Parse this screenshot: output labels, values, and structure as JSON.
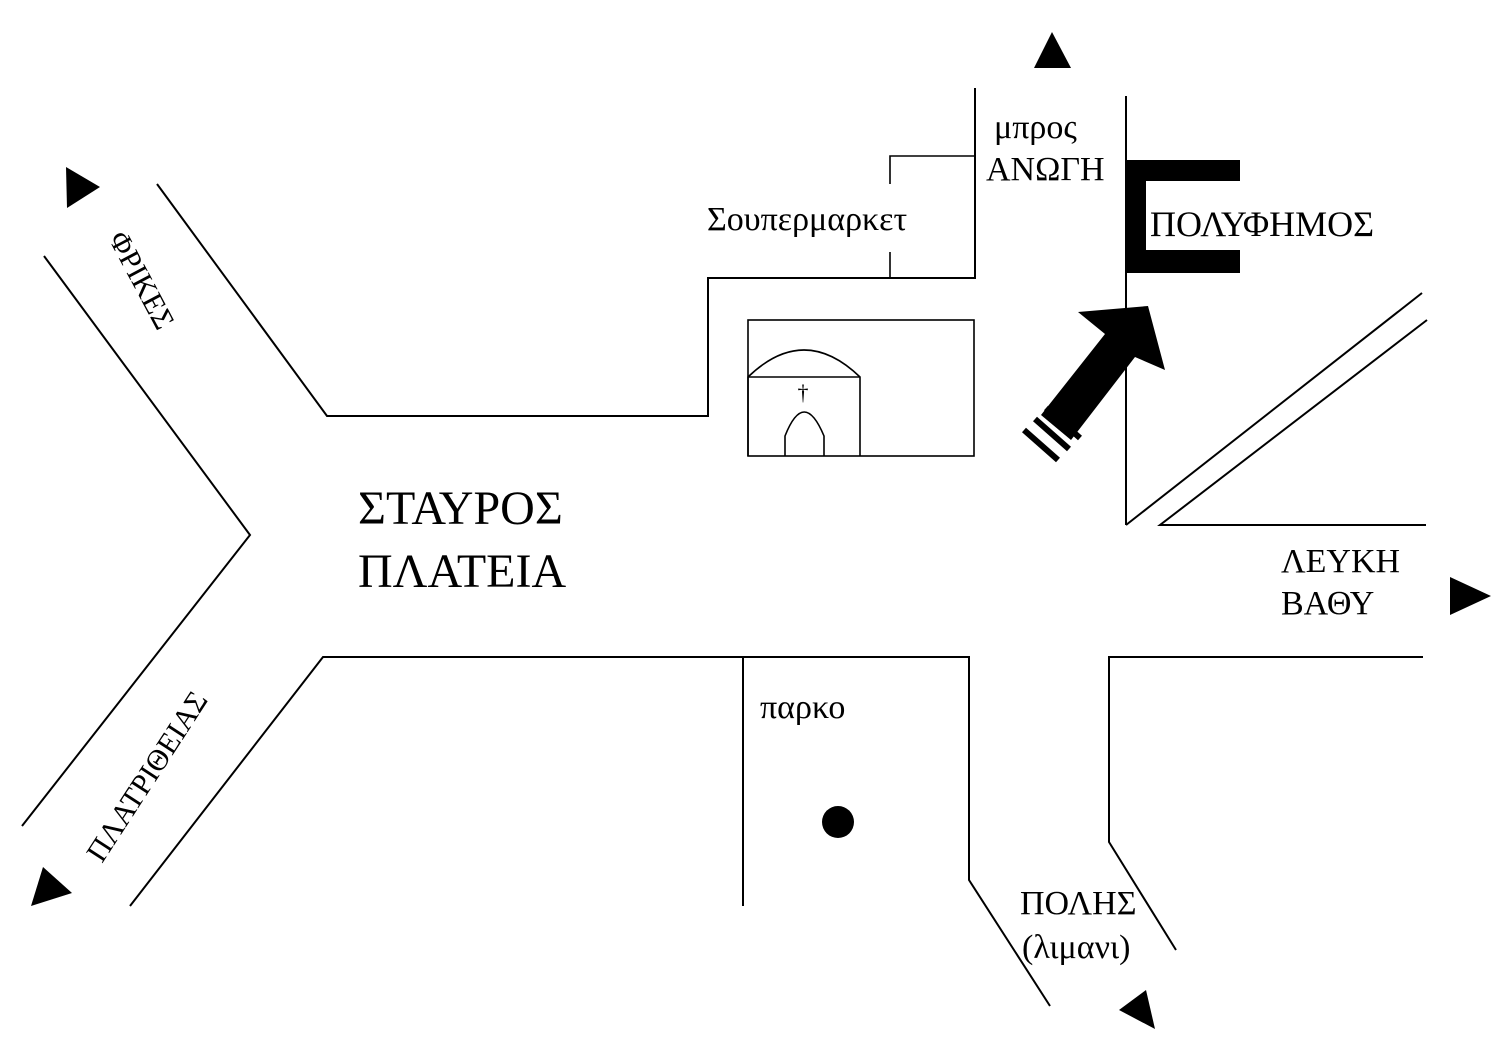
{
  "map": {
    "square": {
      "line1": "ΣΤΑΥΡΟΣ",
      "line2": "ΠΛΑΤΕΙΑ"
    },
    "supermarket": "Σουπερμαρκετ",
    "to_anogi": {
      "line1": "μπρος",
      "line2": "ΑΝΩΓΗ"
    },
    "destination": "ΠΟΛΥΦΗΜΟΣ",
    "frikes": "ΦΡΙΚΕΣ",
    "platrithias": "ΠΛΑΤΡΙΘΕΙΑΣ",
    "lefki_vathi": {
      "line1": "ΛΕΥΚΗ",
      "line2": "ΒΑΘΥ"
    },
    "park": "παρκο",
    "polis": {
      "line1": "ΠΟΛΗΣ",
      "line2": "(λιμανι)"
    },
    "church_symbol": "†",
    "colors": {
      "ink": "#000000",
      "paper": "#ffffff"
    },
    "icons": [
      "arrow-up-icon",
      "arrow-down-left-icon",
      "arrow-right-icon",
      "arrow-up-left-icon",
      "direction-arrow-icon",
      "church-icon",
      "park-marker-icon"
    ]
  }
}
